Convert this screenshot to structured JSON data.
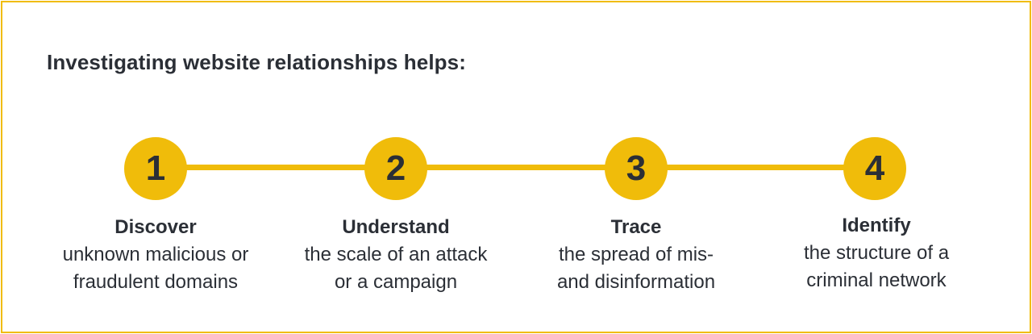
{
  "heading": "Investigating website relationships helps:",
  "colors": {
    "accent": "#f0bc0a",
    "text": "#2b2f36",
    "background": "#ffffff"
  },
  "steps": [
    {
      "number": "1",
      "title": "Discover",
      "line1": "unknown malicious or",
      "line2": "fraudulent domains"
    },
    {
      "number": "2",
      "title": "Understand",
      "line1": "the scale of an attack",
      "line2": "or a campaign"
    },
    {
      "number": "3",
      "title": "Trace",
      "line1": "the spread of mis-",
      "line2": "and disinformation"
    },
    {
      "number": "4",
      "title": "Identify",
      "line1": "the structure of a",
      "line2": "criminal network"
    }
  ]
}
